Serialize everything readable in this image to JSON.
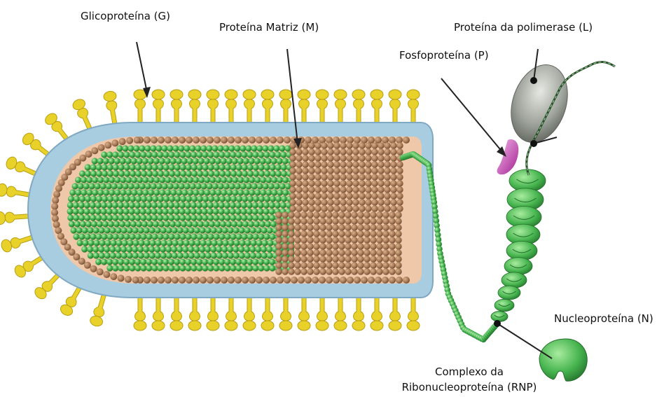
{
  "labels": {
    "glicoproteina": "Glicoproteína (G)",
    "matriz": "Proteína Matriz (M)",
    "polimerase": "Proteína da polimerase (L)",
    "fosfoproteina": "Fosfoproteína (P)",
    "nucleoproteina": "Nucleoproteína (N)",
    "rnp_line1": "Complexo da",
    "rnp_line2": "Ribonucleoproteína (RNP)"
  },
  "colors": {
    "glycoprotein": "#e8d22a",
    "glycoprotein_dark": "#b89d10",
    "envelope": "#a9cde0",
    "envelope_edge": "#7fa9c2",
    "lumen": "#eec8a8",
    "matrix_bead": "#a87a58",
    "matrix_dark": "#6e4a30",
    "nucleocapsid": "#3fae4a",
    "nucleocapsid_dark": "#1f6e28",
    "nucleocapsid_light": "#8fe08f",
    "polymerase": "#8a8f88",
    "polymerase_light": "#dfe3dc",
    "phosphoprotein": "#c23ab0",
    "arrow": "#222222"
  }
}
